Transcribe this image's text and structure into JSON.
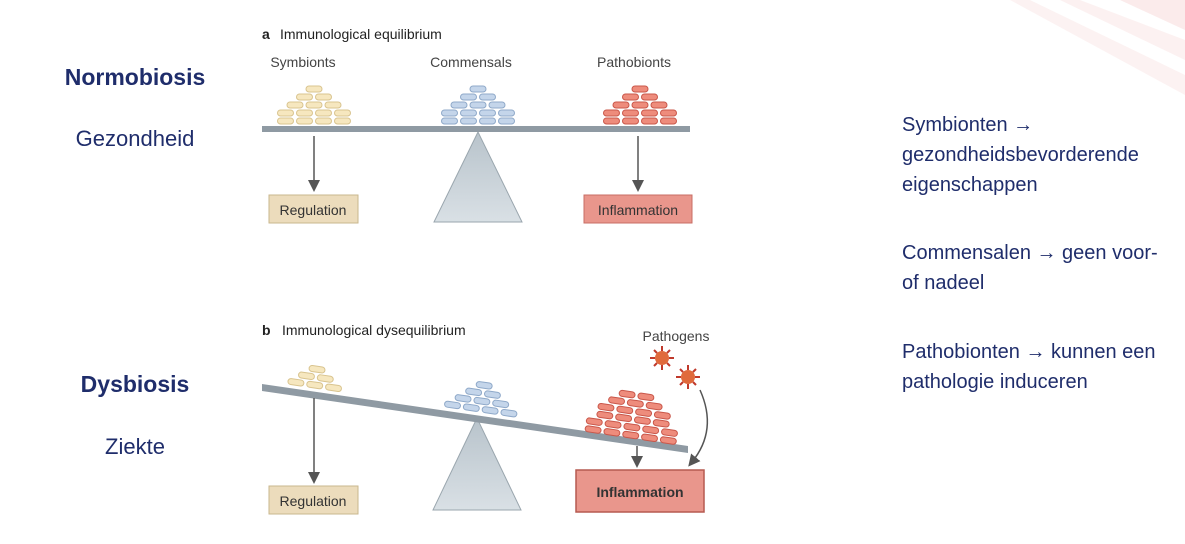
{
  "left": {
    "normobiosis": "Normobiosis",
    "gezondheid": "Gezondheid",
    "dysbiosis": "Dysbiosis",
    "ziekte": "Ziekte"
  },
  "panel_a": {
    "letter": "a",
    "title": "Immunological equilibrium",
    "symbionts": "Symbionts",
    "commensals": "Commensals",
    "pathobionts": "Pathobionts",
    "regulation": "Regulation",
    "inflammation": "Inflammation"
  },
  "panel_b": {
    "letter": "b",
    "title": "Immunological dysequilibrium",
    "pathogens": "Pathogens",
    "regulation": "Regulation",
    "inflammation": "Inflammation"
  },
  "notes": [
    "Symbionten → gezondheidsbevorderende eigenschappen",
    "Commensalen → geen voor- of nadeel",
    "Pathobionten → kunnen een pathologie induceren"
  ],
  "colors": {
    "title_blue": "#1f2d6b",
    "symbiont_fill": "#f6e7bf",
    "commensal_fill": "#c4d5ea",
    "pathobiont_fill": "#ee8c7c",
    "regulation_box": "#ecdcbc",
    "inflammation_box": "#e9968c",
    "beam": "#8f9aa3"
  }
}
